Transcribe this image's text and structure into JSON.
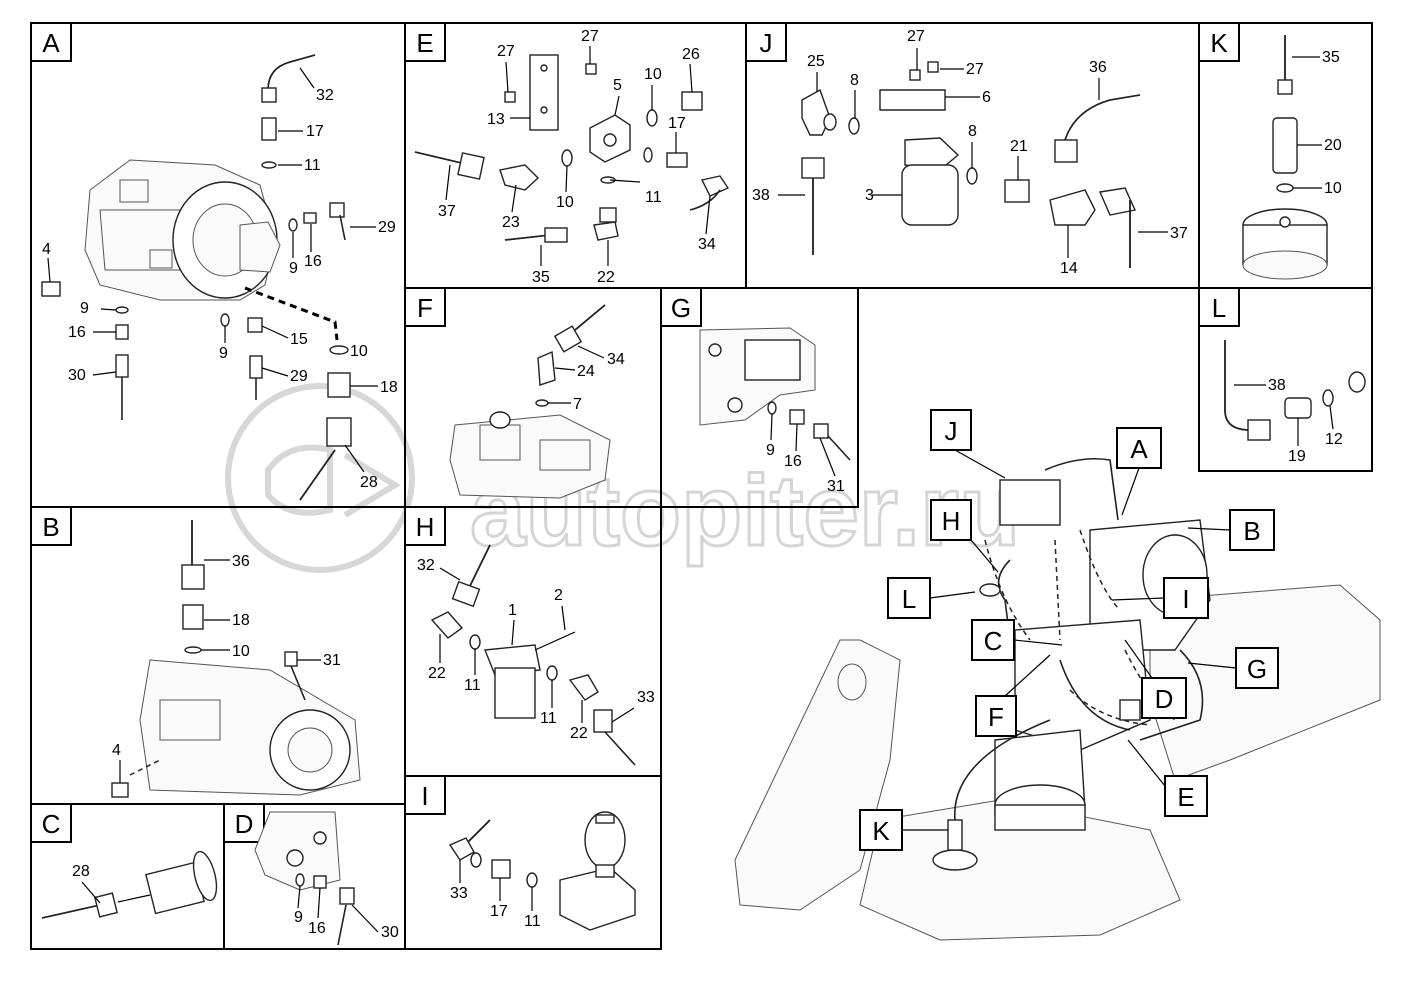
{
  "watermark": {
    "text": "autopiter.ru"
  },
  "panels": {
    "A": {
      "tag": "A",
      "labels": [
        "32",
        "17",
        "11",
        "29",
        "9",
        "16",
        "4",
        "9",
        "16",
        "9",
        "15",
        "10",
        "30",
        "29",
        "18",
        "28"
      ]
    },
    "B": {
      "tag": "B",
      "labels": [
        "36",
        "18",
        "10",
        "31",
        "4"
      ]
    },
    "C": {
      "tag": "C",
      "labels": [
        "28"
      ]
    },
    "D": {
      "tag": "D",
      "labels": [
        "9",
        "16",
        "30"
      ]
    },
    "E": {
      "tag": "E",
      "labels": [
        "27",
        "27",
        "5",
        "10",
        "26",
        "13",
        "17",
        "37",
        "23",
        "10",
        "11",
        "34",
        "35",
        "22"
      ]
    },
    "F": {
      "tag": "F",
      "labels": [
        "34",
        "24",
        "7"
      ]
    },
    "G": {
      "tag": "G",
      "labels": [
        "9",
        "16",
        "31"
      ]
    },
    "H": {
      "tag": "H",
      "labels": [
        "32",
        "2",
        "1",
        "22",
        "11",
        "11",
        "22",
        "33"
      ]
    },
    "I": {
      "tag": "I",
      "labels": [
        "33",
        "17",
        "11"
      ]
    },
    "J": {
      "tag": "J",
      "labels": [
        "27",
        "25",
        "8",
        "27",
        "6",
        "36",
        "8",
        "21",
        "38",
        "3",
        "37",
        "14"
      ]
    },
    "K": {
      "tag": "K",
      "labels": [
        "35",
        "20",
        "10"
      ]
    },
    "L": {
      "tag": "L",
      "labels": [
        "38",
        "19",
        "12"
      ]
    }
  },
  "overview_tags": [
    "J",
    "A",
    "H",
    "B",
    "L",
    "I",
    "C",
    "G",
    "D",
    "F",
    "E",
    "K"
  ]
}
